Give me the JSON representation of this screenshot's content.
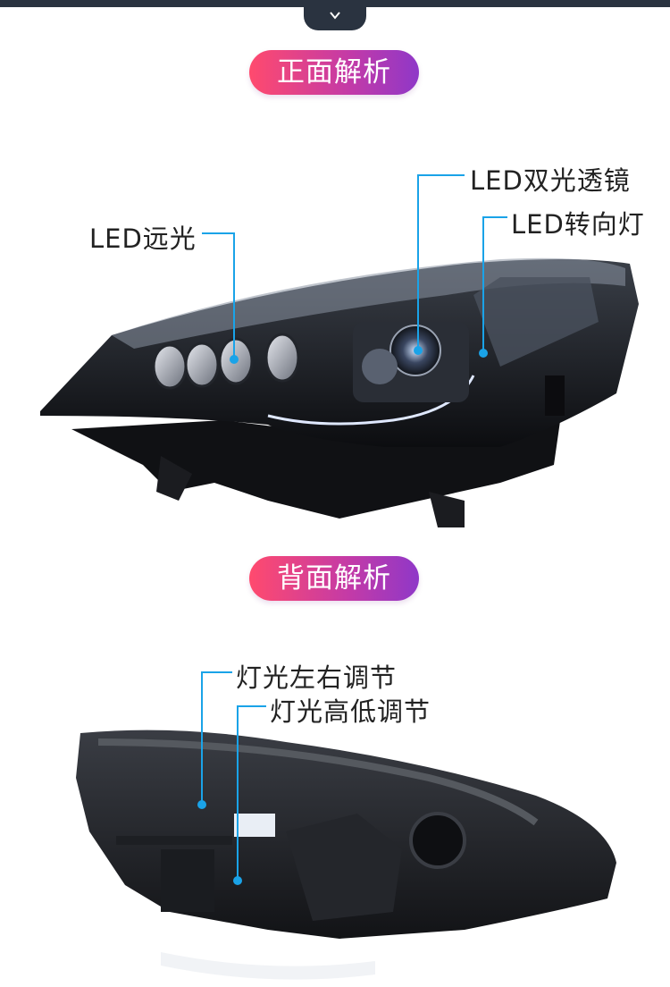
{
  "top_toggle": {
    "icon": "chevron-down-icon"
  },
  "sections": {
    "front": {
      "title": "正面解析"
    },
    "back": {
      "title": "背面解析"
    }
  },
  "front_callouts": {
    "led_high_beam": "LED远光",
    "led_bi_lens": "LED双光透镜",
    "led_turn_signal": "LED转向灯"
  },
  "back_callouts": {
    "horizontal_adjust": "灯光左右调节",
    "vertical_adjust": "灯光高低调节"
  },
  "colors": {
    "pill_gradient_start": "#ff4a6e",
    "pill_gradient_end": "#8f38c8",
    "callout_line": "#1aa3e8",
    "topbar": "#2a3340"
  }
}
